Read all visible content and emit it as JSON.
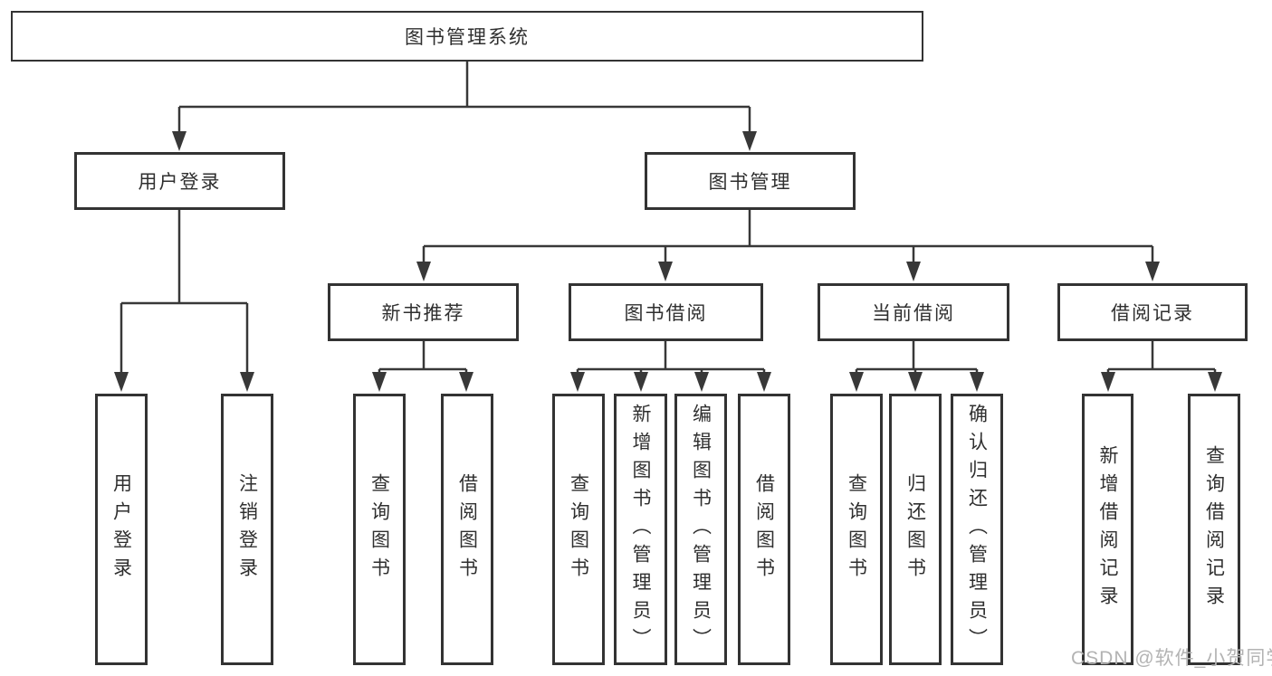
{
  "diagram": {
    "root": {
      "label": "图书管理系统"
    },
    "level2": [
      {
        "id": "user_login",
        "label": "用户登录"
      },
      {
        "id": "book_management",
        "label": "图书管理"
      }
    ],
    "level3": [
      {
        "id": "new_book_recommend",
        "label": "新书推荐"
      },
      {
        "id": "book_borrow",
        "label": "图书借阅"
      },
      {
        "id": "current_borrow",
        "label": "当前借阅"
      },
      {
        "id": "borrow_records",
        "label": "借阅记录"
      }
    ],
    "leaves": {
      "user_login": [
        "用户登录",
        "注销登录"
      ],
      "new_book_recommend": [
        "查询图书",
        "借阅图书"
      ],
      "book_borrow": [
        "查询图书",
        "新增图书（管理员）",
        "编辑图书（管理员）",
        "借阅图书"
      ],
      "current_borrow": [
        "查询图书",
        "归还图书",
        "确认归还（管理员）"
      ],
      "borrow_records": [
        "新增借阅记录",
        "查询借阅记录"
      ]
    }
  },
  "colors": {
    "line": "#383838",
    "text": "#2f2f2f",
    "watermark": "#b3b3b3"
  },
  "watermark": {
    "text": "CSDN @软件_小贺同学"
  }
}
